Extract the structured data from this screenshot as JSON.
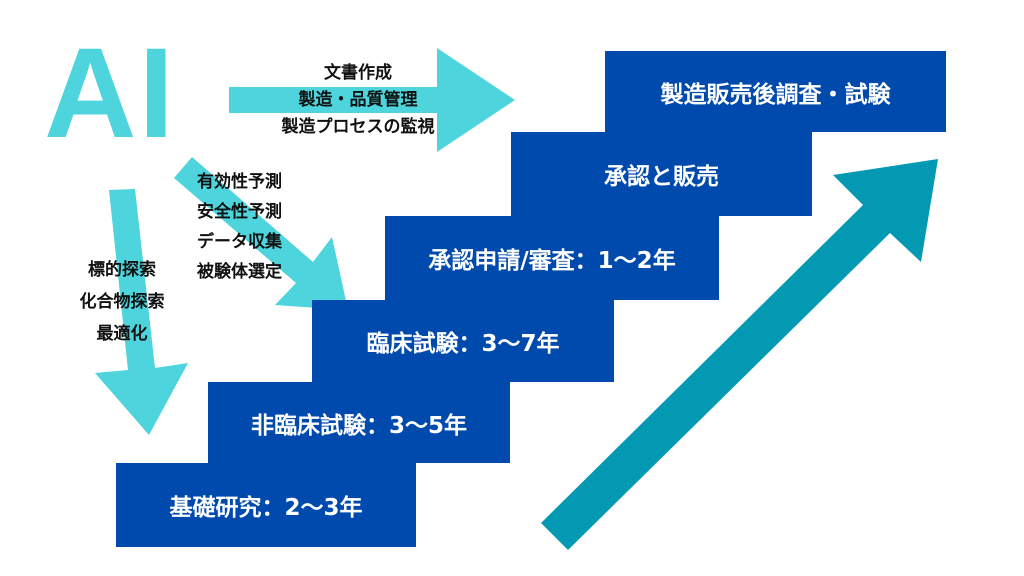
{
  "ai_label": "AI",
  "colors": {
    "ai_cyan": "#4dd4dd",
    "step_blue": "#004aad",
    "progress_teal": "#0399b2"
  },
  "ai_applications": {
    "manufacturing": [
      "文書作成",
      "製造・品質管理",
      "製造プロセスの監視"
    ],
    "clinical": [
      "有効性予測",
      "安全性予測",
      "データ収集",
      "被験体選定"
    ],
    "discovery": [
      "標的探索",
      "化合物探索",
      "最適化"
    ]
  },
  "steps": [
    {
      "label": "基礎研究：2〜3年"
    },
    {
      "label": "非臨床試験：3〜5年"
    },
    {
      "label": "臨床試験：3〜7年"
    },
    {
      "label": "承認申請/審査：1〜2年"
    },
    {
      "label": "承認と販売"
    },
    {
      "label": "製造販売後調査・試験"
    }
  ]
}
